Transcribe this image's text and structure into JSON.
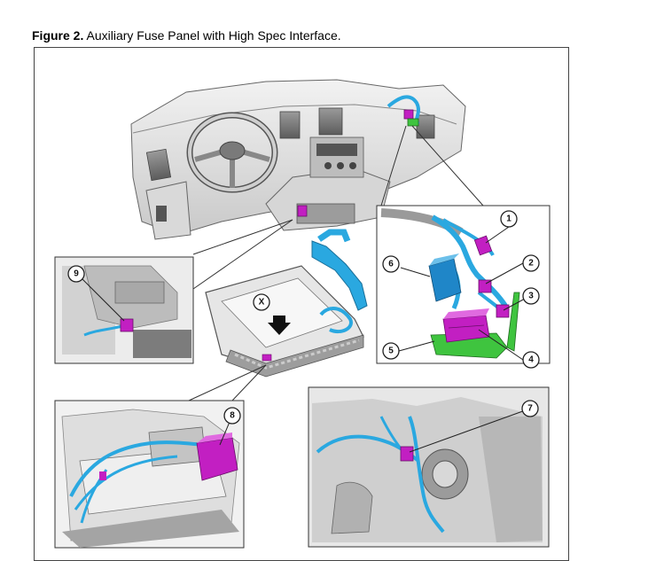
{
  "caption": {
    "figure_label": "Figure 2.",
    "title": "Auxiliary Fuse Panel with High Spec Interface."
  },
  "callouts": {
    "c1": "1",
    "c2": "2",
    "c3": "3",
    "c4": "4",
    "c5": "5",
    "c6": "6",
    "c7": "7",
    "c8": "8",
    "c9": "9",
    "x": "X"
  },
  "colors": {
    "harness": "#2aa8e0",
    "connector": "#c21fc2",
    "bracket": "#3fc43f",
    "module": "#1f86c8"
  }
}
